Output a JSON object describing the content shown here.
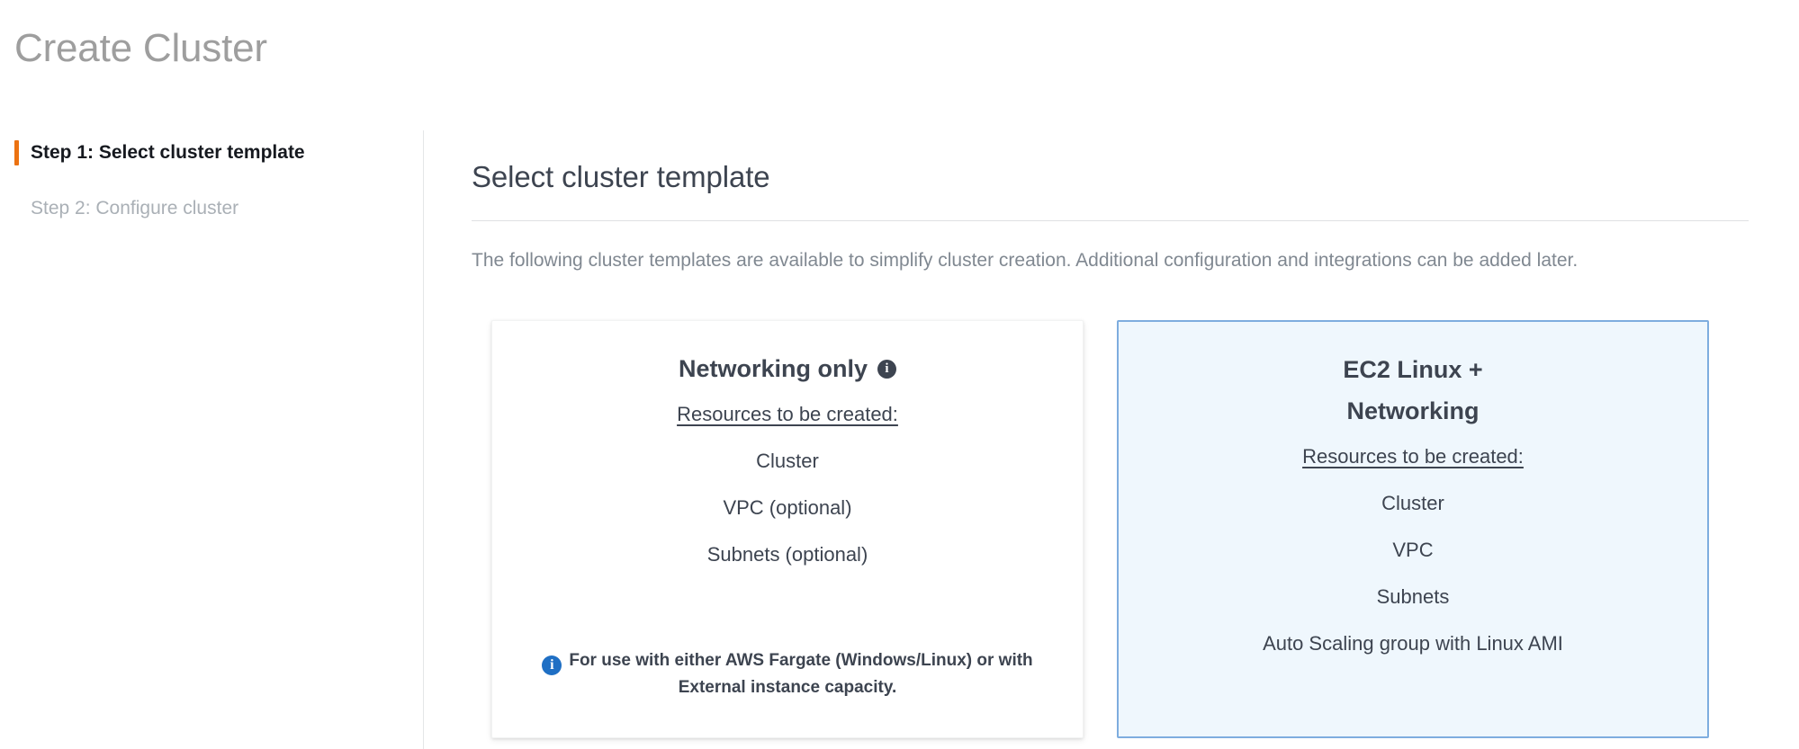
{
  "page": {
    "title": "Create Cluster"
  },
  "wizard": {
    "steps": [
      {
        "label": "Step 1: Select cluster template",
        "state": "active"
      },
      {
        "label": "Step 2: Configure cluster",
        "state": "inactive"
      }
    ]
  },
  "main": {
    "section_title": "Select cluster template",
    "description": "The following cluster templates are available to simplify cluster creation. Additional configuration and integrations can be added later."
  },
  "cards": [
    {
      "title": "Networking only",
      "title_info_icon": "info-icon",
      "resources_label": "Resources to be created:",
      "resources": [
        "Cluster",
        "VPC (optional)",
        "Subnets (optional)"
      ],
      "note_icon": "info-icon",
      "note": "For use with either AWS Fargate (Windows/Linux) or with External instance capacity.",
      "selected": false
    },
    {
      "title": "EC2 Linux +\nNetworking",
      "resources_label": "Resources to be created:",
      "resources": [
        "Cluster",
        "VPC",
        "Subnets",
        "Auto Scaling group with Linux AMI"
      ],
      "note": "",
      "selected": true
    }
  ],
  "colors": {
    "accent_orange": "#ec7211",
    "selected_border": "#7eaddf",
    "selected_fill": "#eff7fd",
    "info_blue": "#1f6fc4",
    "title_gray": "#9e9e9e",
    "text_dark": "#3d4450",
    "text_muted": "#808891"
  }
}
